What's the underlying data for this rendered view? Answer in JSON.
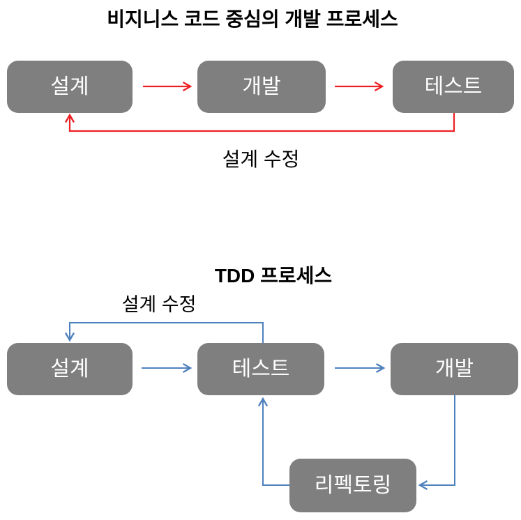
{
  "colors": {
    "box_fill": "#7f7f7f",
    "box_text": "#ffffff",
    "red_arrow": "#ed2024",
    "blue_arrow": "#4f81bd",
    "label_text": "#000000"
  },
  "diagram_top": {
    "title": "비지니스 코드 중심의 개발 프로세스",
    "nodes": [
      {
        "label": "설계"
      },
      {
        "label": "개발"
      },
      {
        "label": "테스트"
      }
    ],
    "feedback_label": "설계 수정"
  },
  "diagram_bottom": {
    "title": "TDD 프로세스",
    "feedback_label": "설계 수정",
    "nodes": [
      {
        "label": "설계"
      },
      {
        "label": "테스트"
      },
      {
        "label": "개발"
      },
      {
        "label": "리펙토링"
      }
    ]
  }
}
